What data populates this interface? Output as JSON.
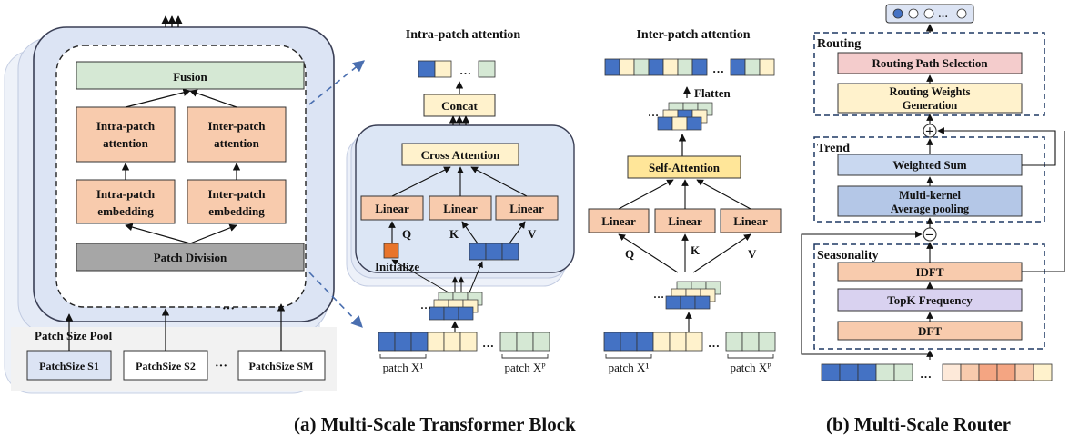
{
  "caption_a": "(a)  Multi-Scale Transformer Block",
  "caption_b": "(b) Multi-Scale Router",
  "block": {
    "fusion": "Fusion",
    "intra_attention": [
      "Intra-patch",
      "attention"
    ],
    "inter_attention": [
      "Inter-patch",
      "attention"
    ],
    "intra_embedding": [
      "Intra-patch",
      "embedding"
    ],
    "inter_embedding": [
      "Inter-patch",
      "embedding"
    ],
    "patch_division": "Patch Division",
    "pool_label": "Patch Size Pool",
    "pool_items": [
      "PatchSize S1",
      "PatchSize S2",
      "PatchSize SM"
    ],
    "ellipsis": "···"
  },
  "intra": {
    "title": "Intra-patch attention",
    "concat": "Concat",
    "cross_attention": "Cross Attention",
    "linear": "Linear",
    "q": "Q",
    "k": "K",
    "v": "V",
    "initialize": "Initialize",
    "patch_first": "patch X¹",
    "patch_last": "patch Xᴾ",
    "dots": "…"
  },
  "inter": {
    "title": "Inter-patch attention",
    "flatten": "Flatten",
    "self_attention": "Self-Attention",
    "linear": "Linear",
    "q": "Q",
    "k": "K",
    "v": "V",
    "patch_first": "patch X¹",
    "patch_last": "patch Xᴾ",
    "dots": "…"
  },
  "router": {
    "routing_label": "Routing",
    "routing_path": "Routing Path Selection",
    "routing_weights": [
      "Routing Weights",
      "Generation"
    ],
    "trend_label": "Trend",
    "weighted_sum": "Weighted Sum",
    "multi_kernel": [
      "Multi-kernel",
      "Average pooling"
    ],
    "seasonality_label": "Seasonality",
    "idft": "IDFT",
    "topk": "TopK  Frequency",
    "dft": "DFT",
    "plus": "+",
    "minus": "−",
    "dots": "…"
  },
  "colors": {
    "green": "#d5e8d4",
    "salmon": "#f8cbad",
    "gray": "#a6a6a6",
    "cream": "#fff2cc",
    "blue": "#4472c4",
    "pink": "#f4cccc",
    "lavender": "#d9d2f0",
    "light_blue": "#c9d8f0",
    "orange": "#f4a582"
  }
}
